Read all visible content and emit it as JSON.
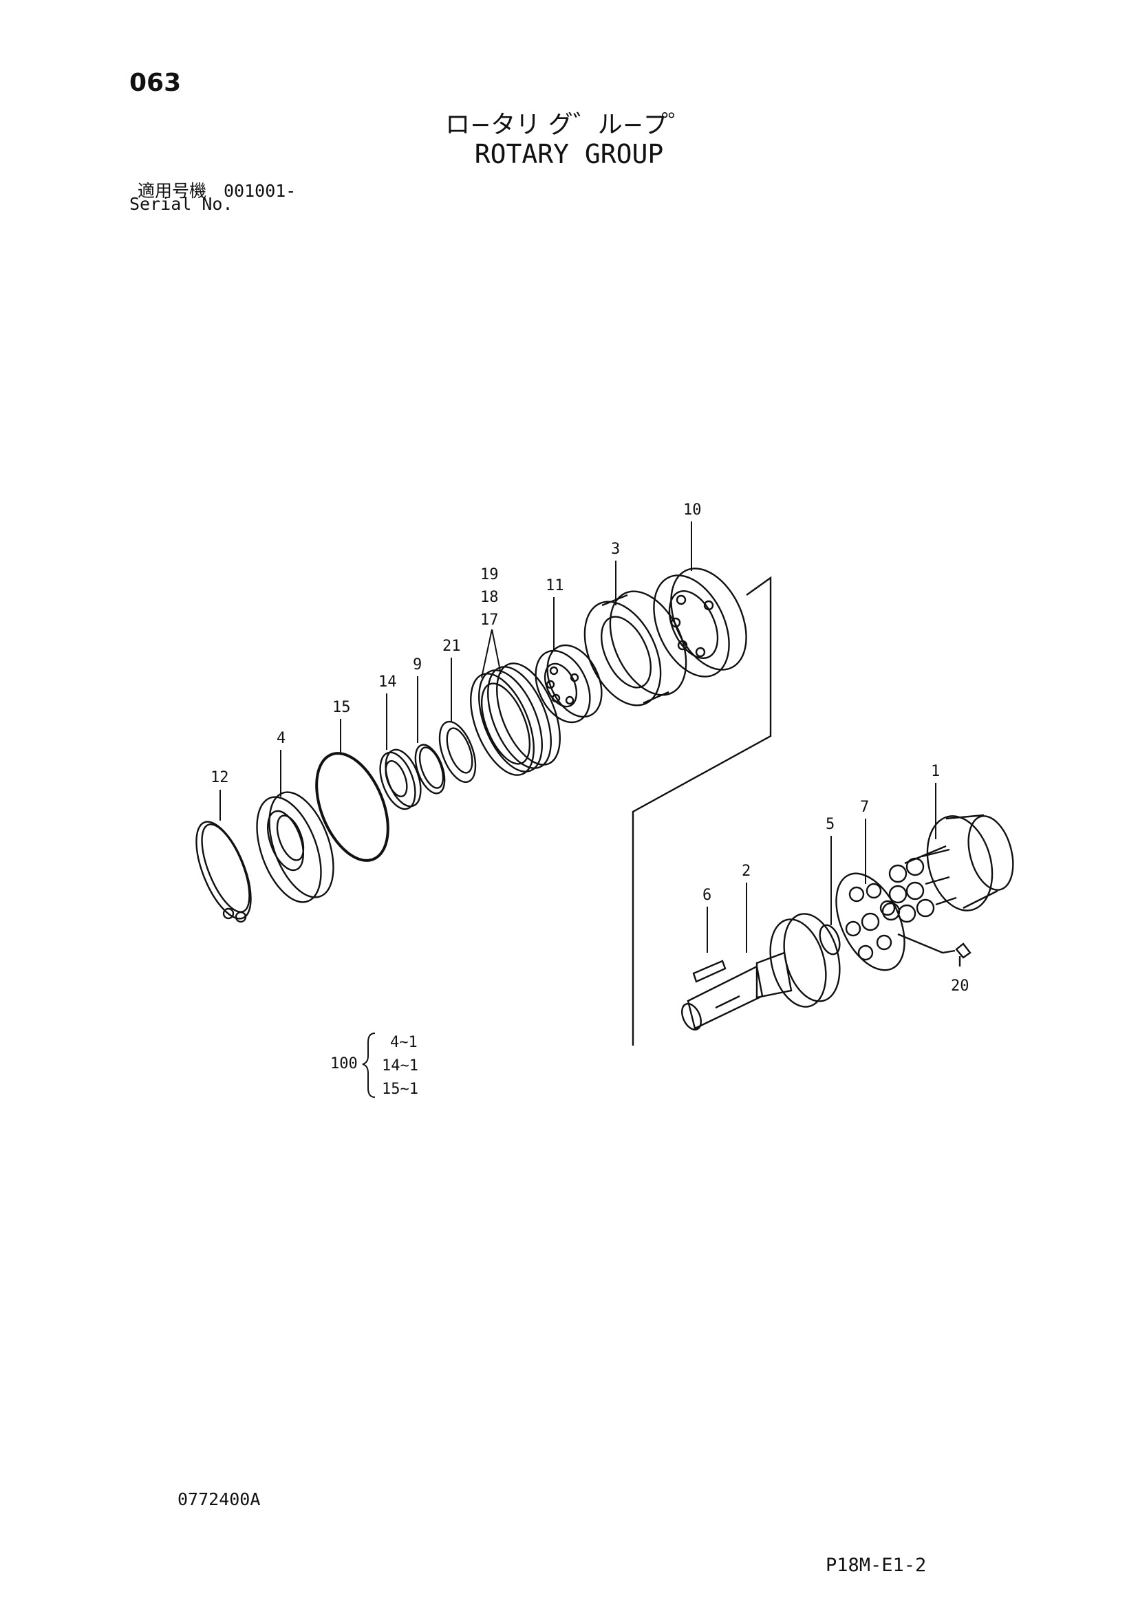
{
  "header": {
    "page_number": "063",
    "title_jp": "ロ−タリ グ゛ル−プ゜",
    "title_en": "ROTARY GROUP",
    "serial_jp": "適用号機　001001-",
    "serial_en": "Serial No."
  },
  "diagram": {
    "callouts": {
      "p1": "1",
      "p2": "2",
      "p3": "3",
      "p4": "4",
      "p5": "5",
      "p6": "6",
      "p7": "7",
      "p9": "9",
      "p10": "10",
      "p11": "11",
      "p12": "12",
      "p14": "14",
      "p15": "15",
      "p17": "17",
      "p18": "18",
      "p19": "19",
      "p20": "20",
      "p21": "21"
    },
    "kit": {
      "number": "100",
      "items": [
        "4~1",
        "14~1",
        "15~1"
      ]
    }
  },
  "footer": {
    "doc_code": "0772400A",
    "page_ref": "P18M-E1-2"
  }
}
